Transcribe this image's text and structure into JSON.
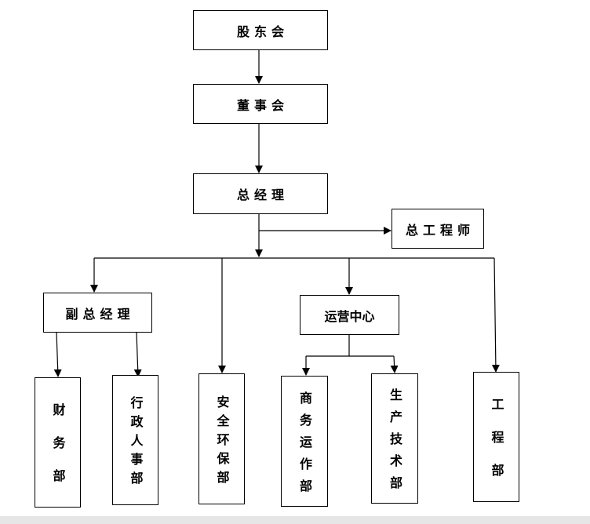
{
  "nodes": {
    "shareholders": "股东会",
    "board": "董事会",
    "general_manager": "总经理",
    "chief_engineer": "总工程师",
    "deputy_gm": "副总经理",
    "operations_center": "运营中心",
    "finance": "财务部",
    "admin_hr": "行政人事部",
    "safety_env": "安全环保部",
    "business_ops": "商务运作部",
    "production_tech": "生产技术部",
    "engineering": "工程部"
  },
  "colors": {
    "line": "#000000",
    "box_border": "#000000",
    "background": "#ffffff",
    "footer": "#e6e6e6"
  }
}
